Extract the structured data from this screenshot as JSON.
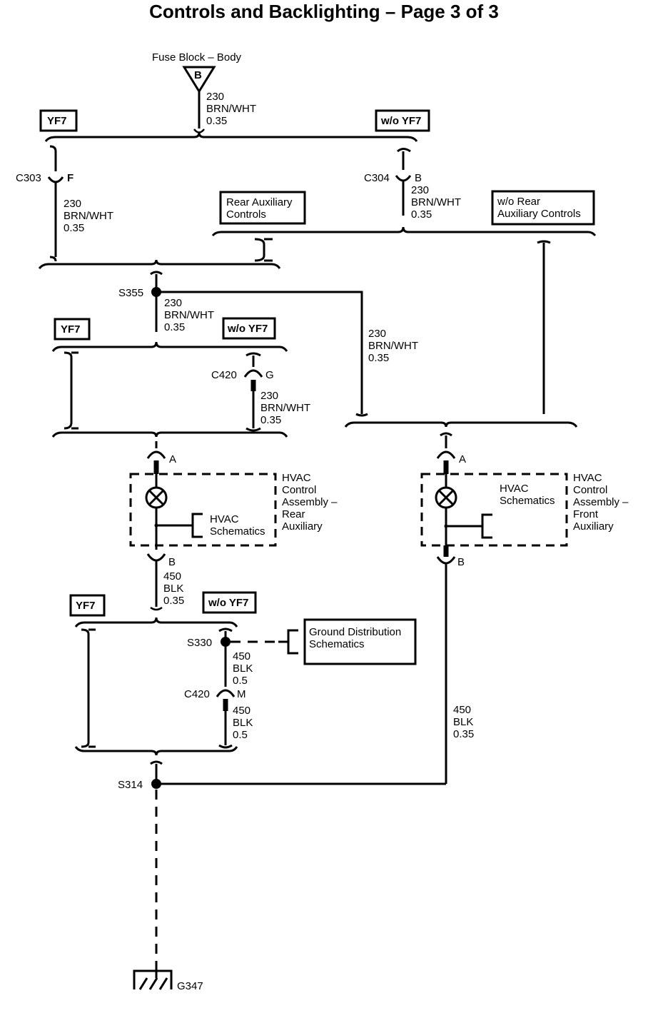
{
  "title": "Controls and Backlighting – Page 3 of 3",
  "fuse": {
    "label": "Fuse Block – Body",
    "terminal": "B"
  },
  "options": {
    "yf7": "YF7",
    "wo_yf7": "w/o YF7",
    "rear_aux": [
      "Rear Auxiliary",
      "Controls"
    ],
    "wo_rear_aux": [
      "w/o Rear",
      "Auxiliary Controls"
    ]
  },
  "connectors": {
    "c303": {
      "name": "C303",
      "pin": "F"
    },
    "c304": {
      "name": "C304",
      "pin": "B"
    },
    "c420_g": {
      "name": "C420",
      "pin": "G"
    },
    "c420_m": {
      "name": "C420",
      "pin": "M"
    },
    "rear_a": "A",
    "rear_b": "B",
    "front_a": "A",
    "front_b": "B"
  },
  "splices": {
    "s355": "S355",
    "s330": "S330",
    "s314": "S314"
  },
  "ground": "G347",
  "wires": {
    "w_230_brn_035": [
      "230",
      "BRN/WHT",
      "0.35"
    ],
    "w_450_blk_035": [
      "450",
      "BLK",
      "0.35"
    ],
    "w_450_blk_05": [
      "450",
      "BLK",
      "0.5"
    ]
  },
  "components": {
    "rear_hvac": [
      "HVAC",
      "Control",
      "Assembly –",
      "Rear",
      "Auxiliary"
    ],
    "front_hvac": [
      "HVAC",
      "Control",
      "Assembly –",
      "Front",
      "Auxiliary"
    ],
    "hvac_schem_rear": [
      "HVAC",
      "Schematics"
    ],
    "hvac_schem_front": [
      "HVAC",
      "Schematics"
    ],
    "ground_dist": [
      "Ground Distribution",
      "Schematics"
    ]
  }
}
